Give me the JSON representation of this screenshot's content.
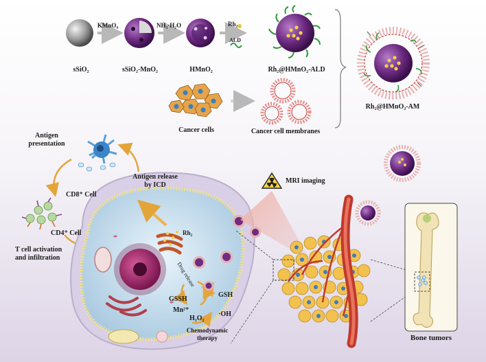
{
  "synthesis": {
    "reagent_kmno4": "KMnO₄",
    "reagent_nh3": "NH₃·H₂O",
    "reagent_rh2": "Rh₂",
    "reagent_ald": "ALD",
    "label_ssio2": "sSiO₂",
    "label_ssio2_mno2": "sSiO₂-MnO₂",
    "label_hmno2": "HMnO₂",
    "label_rh2_hmno2_ald": "Rh₂@HMnO₂-ALD",
    "label_cancer_cells": "Cancer cells",
    "label_cancer_membranes": "Cancer cell membranes",
    "label_final": "Rh₂@HMnO₂-AM"
  },
  "immune": {
    "antigen_presentation": "Antigen\npresentation",
    "antigen_release": "Antigen release\nby ICD",
    "cd8": "CD8⁺ Cell",
    "cd4": "CD4⁺ Cell",
    "t_cell": "T cell activation\nand infiltration"
  },
  "cell": {
    "rh2": "Rh₂",
    "drug_release": "Drug release",
    "gssh": "GSSH",
    "gsh": "GSH",
    "mn2": "Mn²⁺",
    "h2o2": "H₂O₂",
    "oh": "·OH",
    "cdt": "Chemodynamic\ntherapy"
  },
  "imaging": {
    "mri": "MRI imaging"
  },
  "bone": {
    "label": "Bone tumors"
  },
  "colors": {
    "purple": "#5b1f6e",
    "green": "#2f9a3a",
    "red": "#c0392b",
    "gold": "#e8b93a"
  }
}
